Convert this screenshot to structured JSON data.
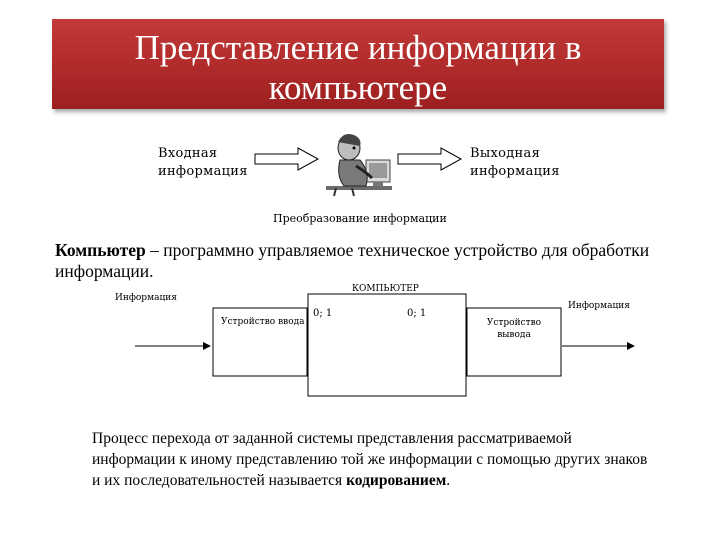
{
  "title": "Представление информации в компьютере",
  "top_diagram": {
    "input_label": "Входная информация",
    "output_label": "Выходная информация",
    "transform_label": "Преобразование информации"
  },
  "definition": {
    "term": "Компьютер",
    "text": " – программно управляемое техническое устройство для обработки информации."
  },
  "computer_diagram": {
    "computer_label": "КОМПЬЮТЕР",
    "input_info_label": "Информация",
    "output_info_label": "Информация",
    "input_device_label": "Устройство ввода",
    "output_device_label": "Устройство вывода",
    "binary_left": "0; 1",
    "binary_right": "0; 1"
  },
  "process": {
    "text": "Процесс перехода от заданной системы представления рассматриваемой информации к иному представлению той же информации с помощью других знаков и их последовательностей называется ",
    "term": "кодированием",
    "end": "."
  }
}
